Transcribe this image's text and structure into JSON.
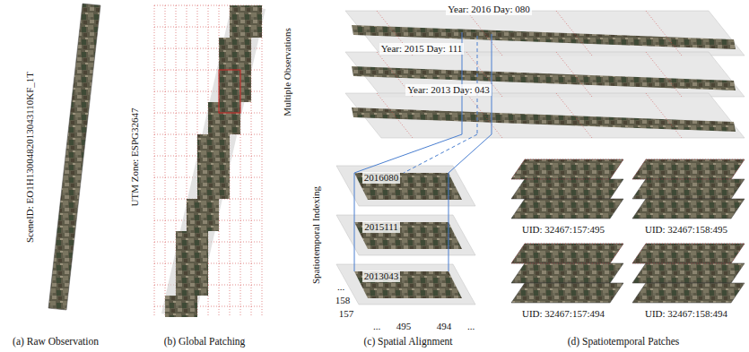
{
  "diagram": {
    "labels": [
      "SceneID: EO1H1300482013043110KF_1T",
      "UTM Zone: ESPG32647",
      "Multiple Observations",
      "Year: 2016 Day: 080",
      "Year: 2015 Day: 111",
      "Year: 2013 Day: 043",
      "Spatiotemporal Indexing",
      "2016080",
      "2015111",
      "2013043",
      "...",
      "158",
      "157",
      "...",
      "495",
      "494",
      "...",
      "UID: 32467:157:495",
      "UID: 32467:158:495",
      "UID: 32467:157:494",
      "UID: 32467:158:494",
      "(a) Raw Observation",
      "(b) Global Patching",
      "(c) Spatial Alignment",
      "(d) Spatiotemporal Patches"
    ]
  }
}
